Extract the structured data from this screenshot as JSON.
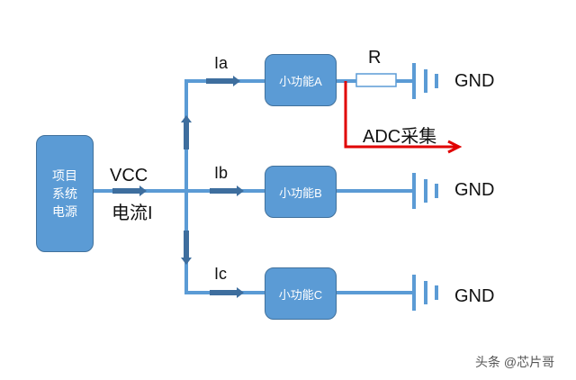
{
  "source": {
    "label_line1": "项目",
    "label_line2": "系统",
    "label_line3": "电源"
  },
  "supply": {
    "voltage_label": "VCC",
    "current_label": "电流I"
  },
  "branches": [
    {
      "current_label": "Ia",
      "module_label": "小功能A",
      "ground_label": "GND"
    },
    {
      "current_label": "Ib",
      "module_label": "小功能B",
      "ground_label": "GND"
    },
    {
      "current_label": "Ic",
      "module_label": "小功能C",
      "ground_label": "GND"
    }
  ],
  "resistor": {
    "label": "R"
  },
  "adc": {
    "label": "ADC采集"
  },
  "watermark": "头条 @芯片哥",
  "colors": {
    "wire": "#5b9bd5",
    "arrow": "#3e6e9e",
    "adc": "#e00000",
    "box": "#5b9bd5"
  }
}
